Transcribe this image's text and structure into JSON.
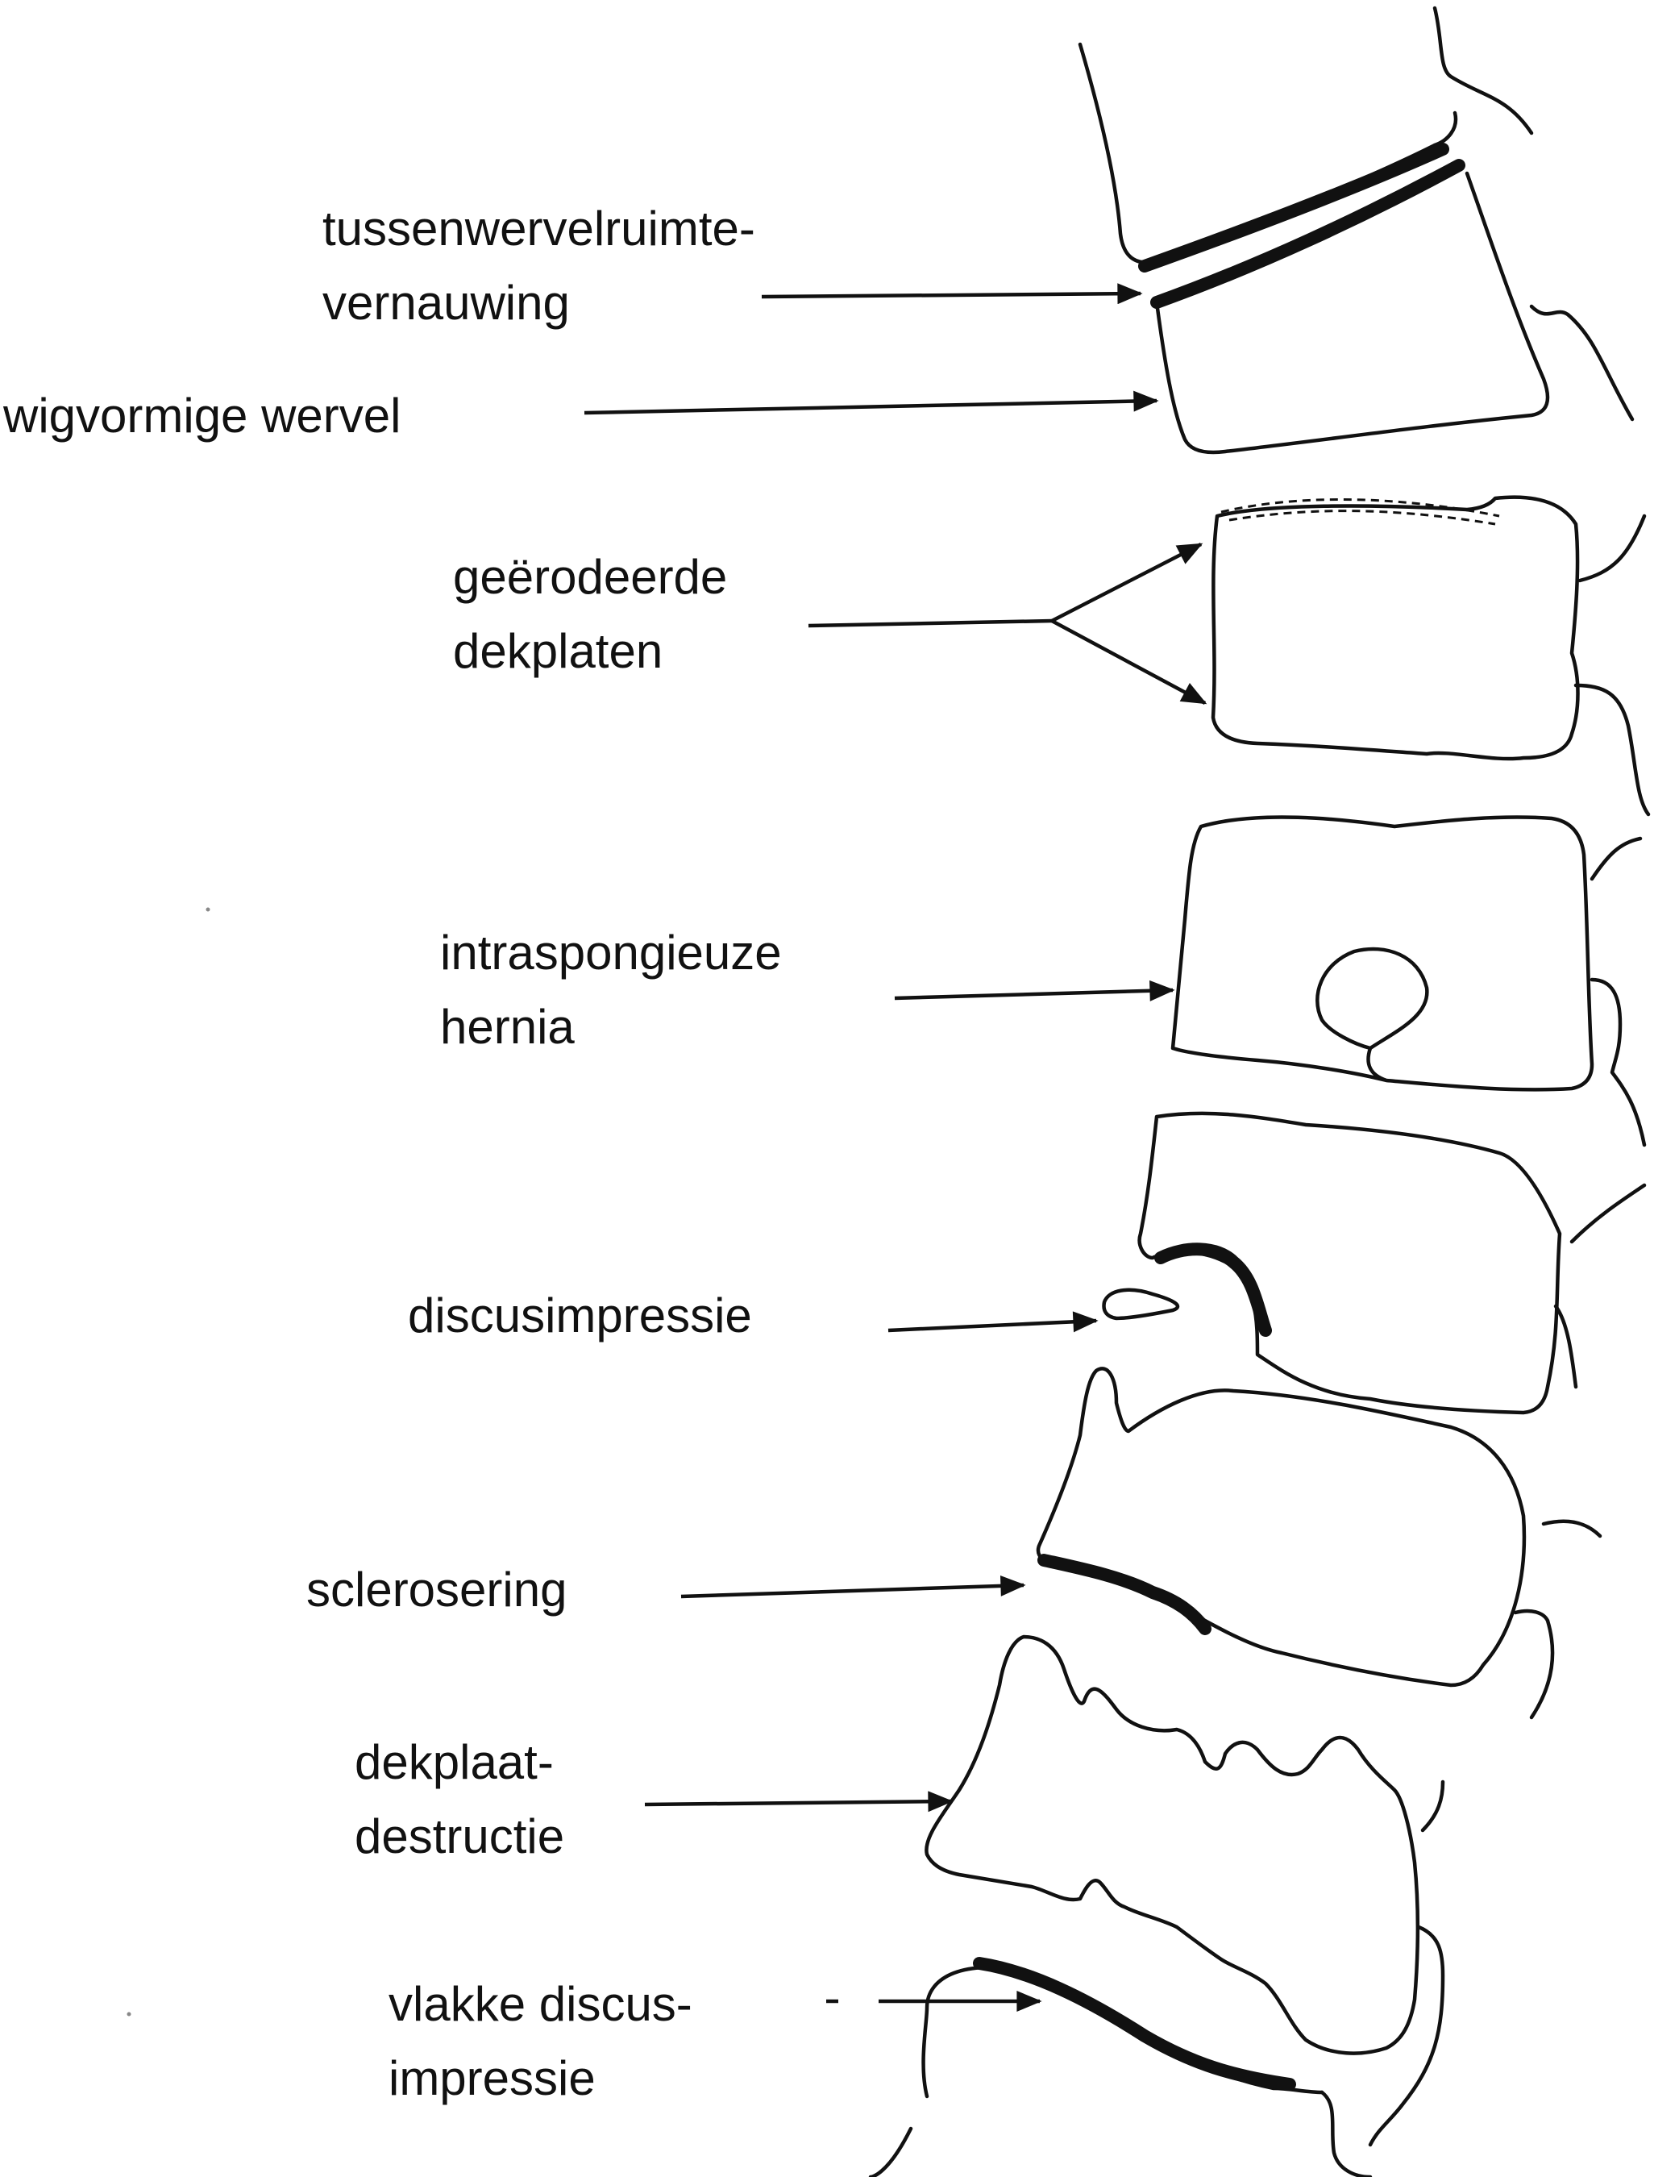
{
  "labels": {
    "intervertebral_narrowing": [
      "tussenwervelruimte-",
      "vernauwing"
    ],
    "wedge_vertebra": [
      "wigvormige wervel"
    ],
    "eroded_endplates": [
      "geërodeerde",
      "dekplaten"
    ],
    "intraspongious_hernia": [
      "intraspongieuze",
      "hernia"
    ],
    "disc_impression": [
      "discusimpressie"
    ],
    "sclerosis": [
      "sclerosering"
    ],
    "endplate_destruction": [
      "dekplaat-",
      "destructie"
    ],
    "flat_disc_impression": [
      "vlakke discus-",
      "impressie"
    ]
  }
}
